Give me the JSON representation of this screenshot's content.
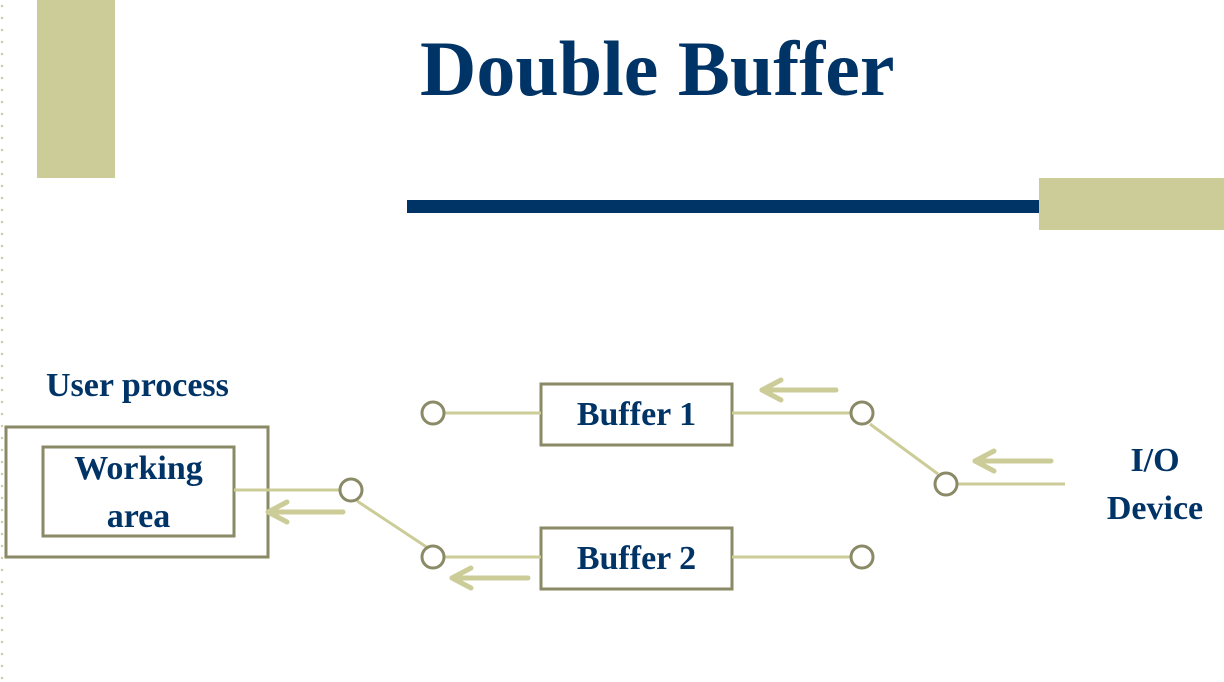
{
  "slide": {
    "title": "Double Buffer"
  },
  "diagram": {
    "user_process_label": "User process",
    "working_area_line1": "Working",
    "working_area_line2": "area",
    "buffer1_label": "Buffer 1",
    "buffer2_label": "Buffer 2",
    "io_device_line1": "I/O",
    "io_device_line2": "Device"
  },
  "colors": {
    "title": "#003366",
    "accent": "#cccc99",
    "box_border": "#8a8a66",
    "wire": "#cccc99"
  }
}
